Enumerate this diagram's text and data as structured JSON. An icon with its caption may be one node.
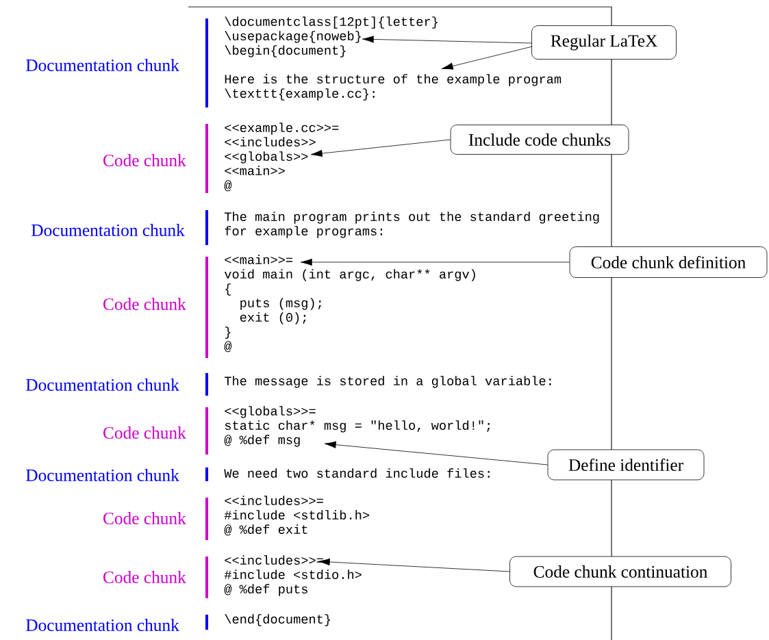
{
  "diagram": {
    "nodes": [
      {
        "text": [
          "\\documentclass[12pt]{letter}",
          "\\usepackage{noweb}",
          "\\begin{document}",
          "Here is the structure of the example program",
          "\\texttt{example.cc}:"
        ],
        "beside": [
          "Documentation chunk"
        ]
      },
      {
        "text": [
          "Regular LaTeX"
        ]
      },
      {
        "text": [
          "<<example.cc>>=",
          "<<includes>>",
          "<<globals>>",
          "<<main>>",
          "@"
        ],
        "beside": [
          "Code chunk"
        ]
      },
      {
        "text": [
          "Include code chunks"
        ]
      },
      {
        "text": [
          "The main program prints out the standard greeting",
          "for example programs:"
        ],
        "beside": [
          "Documentation chunk"
        ]
      },
      {
        "text": [
          "<<main>>=",
          "void main (int argc, char** argv)",
          "{",
          "puts (msg);",
          "exit (0);",
          "}",
          "@"
        ],
        "beside": [
          "Code chunk"
        ]
      },
      {
        "text": [
          "Code chunk definition"
        ]
      },
      {
        "text": [
          "The message is stored in a global variable:"
        ],
        "beside": [
          "Documentation chunk"
        ]
      },
      {
        "text": [
          "<<globals>>=",
          "static char* msg = \"hello, world!\";",
          "@ %def msg"
        ],
        "beside": [
          "Code chunk"
        ]
      },
      {
        "text": [
          "Define identifier"
        ]
      },
      {
        "text": [
          "We need two standard include files:"
        ],
        "beside": [
          "Documentation chunk"
        ]
      },
      {
        "text": [
          "<<includes>>=",
          "#include <stdlib.h>",
          "@ %def exit"
        ],
        "beside": [
          "Code chunk"
        ]
      },
      {
        "text": [
          "<<includes>>=",
          "#include <stdio.h>",
          "@ %def puts"
        ],
        "beside": [
          "Code chunk"
        ]
      },
      {
        "text": [
          "Code chunk continuation"
        ]
      },
      {
        "text": [
          "\\end{document}"
        ],
        "beside": [
          "Documentation chunk"
        ]
      }
    ],
    "edges": [
      {
        "from": 1,
        "to": 0,
        "arrow": "to"
      },
      {
        "from": 1,
        "to": 0,
        "arrow": "to"
      },
      {
        "from": 3,
        "to": 2,
        "arrow": "to"
      },
      {
        "from": 6,
        "to": 5,
        "arrow": "to"
      },
      {
        "from": 9,
        "to": 8,
        "arrow": "to"
      },
      {
        "from": 13,
        "to": 12,
        "arrow": "to"
      }
    ]
  }
}
